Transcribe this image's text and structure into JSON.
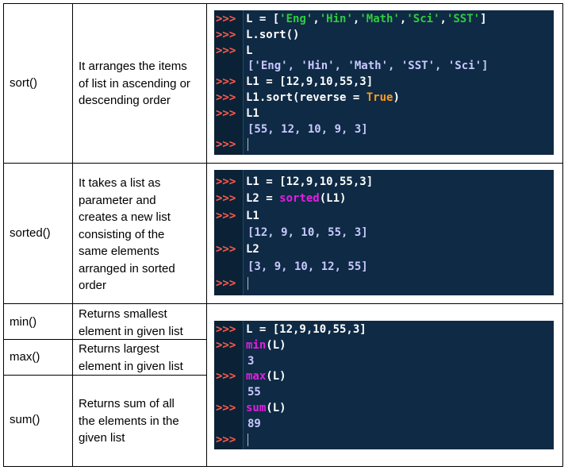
{
  "rows": [
    {
      "fn": "sort()",
      "desc": [
        "It arranges the items",
        "of list in ascending or",
        "descending order"
      ]
    },
    {
      "fn": "sorted()",
      "desc": [
        "It takes a list as",
        "parameter and",
        "creates a new list",
        "consisting of the",
        "same elements",
        "arranged in sorted",
        "order"
      ]
    },
    {
      "fn": "min()",
      "desc": [
        "Returns smallest",
        "element in given list"
      ]
    },
    {
      "fn": "max()",
      "desc": [
        "Returns largest",
        "element in given list"
      ]
    },
    {
      "fn": "sum()",
      "desc": [
        "Returns sum of all",
        "the elements in the",
        "given list"
      ]
    }
  ],
  "prompt": ">>>",
  "terminal1": {
    "lines": [
      {
        "type": "in",
        "parts": [
          [
            "L = [",
            ""
          ],
          [
            "'Eng'",
            "s"
          ],
          [
            ",",
            ""
          ],
          [
            "'Hin'",
            "s"
          ],
          [
            ",",
            ""
          ],
          [
            "'Math'",
            "s"
          ],
          [
            ",",
            ""
          ],
          [
            "'Sci'",
            "s"
          ],
          [
            ",",
            ""
          ],
          [
            "'SST'",
            "s"
          ],
          [
            "]",
            ""
          ]
        ]
      },
      {
        "type": "in",
        "parts": [
          [
            "L.sort()",
            ""
          ]
        ]
      },
      {
        "type": "in",
        "parts": [
          [
            "L",
            ""
          ]
        ]
      },
      {
        "type": "out",
        "text": "['Eng', 'Hin', 'Math', 'SST', 'Sci']"
      },
      {
        "type": "in",
        "parts": [
          [
            "L1 = [12,9,10,55,3]",
            ""
          ]
        ]
      },
      {
        "type": "in",
        "parts": [
          [
            "L1.sort(reverse = ",
            ""
          ],
          [
            "True",
            "o"
          ],
          [
            ")",
            ""
          ]
        ]
      },
      {
        "type": "in",
        "parts": [
          [
            "L1",
            ""
          ]
        ]
      },
      {
        "type": "out",
        "text": "[55, 12, 10, 9, 3]"
      },
      {
        "type": "cursor"
      }
    ]
  },
  "terminal2": {
    "lines": [
      {
        "type": "in",
        "parts": [
          [
            "L1 = [12,9,10,55,3]",
            ""
          ]
        ]
      },
      {
        "type": "in",
        "parts": [
          [
            "L2 = ",
            ""
          ],
          [
            "sorted",
            "k"
          ],
          [
            "(L1)",
            ""
          ]
        ]
      },
      {
        "type": "in",
        "parts": [
          [
            "L1",
            ""
          ]
        ]
      },
      {
        "type": "out",
        "text": "[12, 9, 10, 55, 3]"
      },
      {
        "type": "in",
        "parts": [
          [
            "L2",
            ""
          ]
        ]
      },
      {
        "type": "out",
        "text": "[3, 9, 10, 12, 55]"
      },
      {
        "type": "cursor"
      }
    ]
  },
  "terminal3": {
    "lines": [
      {
        "type": "in",
        "parts": [
          [
            "L = [12,9,10,55,3]",
            ""
          ]
        ]
      },
      {
        "type": "in",
        "parts": [
          [
            "min",
            "k"
          ],
          [
            "(L)",
            ""
          ]
        ]
      },
      {
        "type": "out",
        "text": "3"
      },
      {
        "type": "in",
        "parts": [
          [
            "max",
            "k"
          ],
          [
            "(L)",
            ""
          ]
        ]
      },
      {
        "type": "out",
        "text": "55"
      },
      {
        "type": "in",
        "parts": [
          [
            "sum",
            "k"
          ],
          [
            "(L)",
            ""
          ]
        ]
      },
      {
        "type": "out",
        "text": "89"
      },
      {
        "type": "cursor"
      }
    ]
  }
}
